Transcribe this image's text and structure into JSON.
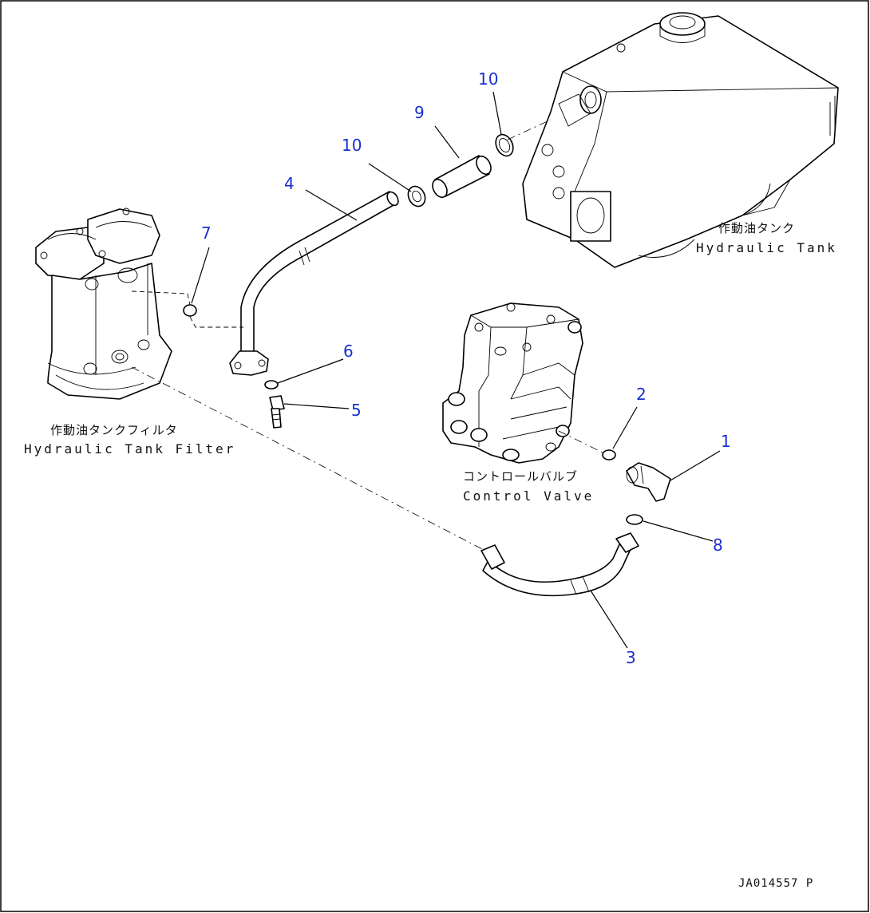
{
  "drawing_code": "JA014557 P",
  "components": [
    {
      "id": "hydraulic_tank",
      "label_jp": "作動油タンク",
      "label_en": "Hydraulic Tank"
    },
    {
      "id": "hydraulic_tank_filter",
      "label_jp": "作動油タンクフィルタ",
      "label_en": "Hydraulic Tank Filter"
    },
    {
      "id": "control_valve",
      "label_jp": "コントロールバルブ",
      "label_en": "Control Valve"
    }
  ],
  "callouts": [
    {
      "number": "1"
    },
    {
      "number": "2"
    },
    {
      "number": "3"
    },
    {
      "number": "4"
    },
    {
      "number": "5"
    },
    {
      "number": "6"
    },
    {
      "number": "7"
    },
    {
      "number": "8"
    },
    {
      "number": "9"
    },
    {
      "number": "10"
    },
    {
      "number": "10"
    }
  ],
  "colors": {
    "callout": "#1a2fd0",
    "line": "#000000",
    "background": "#ffffff"
  }
}
